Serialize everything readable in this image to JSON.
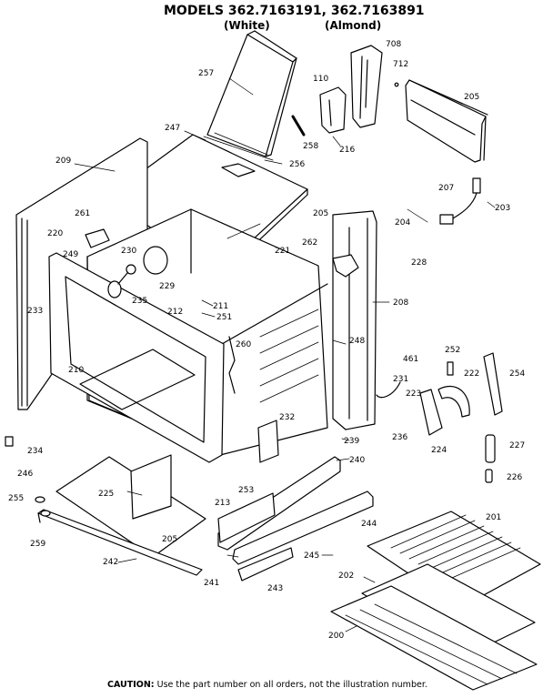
{
  "header": {
    "title": "MODELS 362.7163191, 362.7163891",
    "sub_white": "(White)",
    "sub_almond": "(Almond)"
  },
  "caution": {
    "label": "CAUTION:",
    "text": "Use the part number on all orders, not the illustration number."
  },
  "callouts": [
    {
      "id": "c708",
      "text": "708"
    },
    {
      "id": "c712",
      "text": "712"
    },
    {
      "id": "c257",
      "text": "257"
    },
    {
      "id": "c110",
      "text": "110"
    },
    {
      "id": "c205a",
      "text": "205"
    },
    {
      "id": "c247",
      "text": "247"
    },
    {
      "id": "c258",
      "text": "258"
    },
    {
      "id": "c216",
      "text": "216"
    },
    {
      "id": "c209",
      "text": "209"
    },
    {
      "id": "c256",
      "text": "256"
    },
    {
      "id": "c207",
      "text": "207"
    },
    {
      "id": "c203",
      "text": "203"
    },
    {
      "id": "c261",
      "text": "261"
    },
    {
      "id": "c220",
      "text": "220"
    },
    {
      "id": "c205b",
      "text": "205"
    },
    {
      "id": "c204",
      "text": "204"
    },
    {
      "id": "c262",
      "text": "262"
    },
    {
      "id": "c230",
      "text": "230"
    },
    {
      "id": "c249",
      "text": "249"
    },
    {
      "id": "c221",
      "text": "221"
    },
    {
      "id": "c228",
      "text": "228"
    },
    {
      "id": "c229",
      "text": "229"
    },
    {
      "id": "c233",
      "text": "233"
    },
    {
      "id": "c235",
      "text": "235"
    },
    {
      "id": "c211",
      "text": "211"
    },
    {
      "id": "c208",
      "text": "208"
    },
    {
      "id": "c212",
      "text": "212"
    },
    {
      "id": "c251",
      "text": "251"
    },
    {
      "id": "c260",
      "text": "260"
    },
    {
      "id": "c248",
      "text": "248"
    },
    {
      "id": "c461",
      "text": "461"
    },
    {
      "id": "c252",
      "text": "252"
    },
    {
      "id": "c210",
      "text": "210"
    },
    {
      "id": "c254",
      "text": "254"
    },
    {
      "id": "c231",
      "text": "231"
    },
    {
      "id": "c222",
      "text": "222"
    },
    {
      "id": "c223",
      "text": "223"
    },
    {
      "id": "c232",
      "text": "232"
    },
    {
      "id": "c239",
      "text": "239"
    },
    {
      "id": "c236",
      "text": "236"
    },
    {
      "id": "c234",
      "text": "234"
    },
    {
      "id": "c224",
      "text": "224"
    },
    {
      "id": "c227",
      "text": "227"
    },
    {
      "id": "c240",
      "text": "240"
    },
    {
      "id": "c246",
      "text": "246"
    },
    {
      "id": "c226",
      "text": "226"
    },
    {
      "id": "c225",
      "text": "225"
    },
    {
      "id": "c255",
      "text": "255"
    },
    {
      "id": "c213",
      "text": "213"
    },
    {
      "id": "c253",
      "text": "253"
    },
    {
      "id": "c201",
      "text": "201"
    },
    {
      "id": "c244",
      "text": "244"
    },
    {
      "id": "c259",
      "text": "259"
    },
    {
      "id": "c205c",
      "text": "205"
    },
    {
      "id": "c245",
      "text": "245"
    },
    {
      "id": "c242",
      "text": "242"
    },
    {
      "id": "c241",
      "text": "241"
    },
    {
      "id": "c243",
      "text": "243"
    },
    {
      "id": "c202",
      "text": "202"
    },
    {
      "id": "c200",
      "text": "200"
    }
  ]
}
